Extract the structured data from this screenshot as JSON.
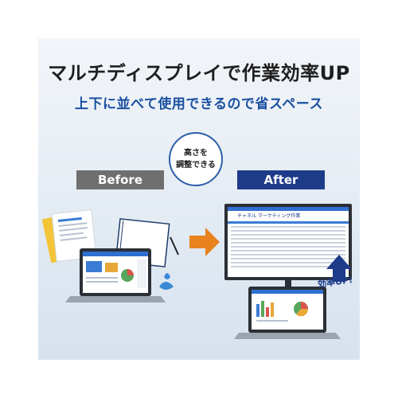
{
  "headline": "マルチディスプレイで作業効率UP",
  "subhead": "上下に並べて使用できるので省スペース",
  "before_label": "Before",
  "after_label": "After",
  "bubble": {
    "line1": "高さを",
    "line2": "調整できる"
  },
  "boost_label": "効率UP!",
  "monitor_title": "チャネル マーケティング作業",
  "colors": {
    "headline": "#1e1e1e",
    "subhead": "#1a4fa0",
    "before_bg": "#6f6f6f",
    "after_bg": "#1e3b8a",
    "arrow": "#e8831e",
    "up_arrow": "#1e3b8a"
  }
}
